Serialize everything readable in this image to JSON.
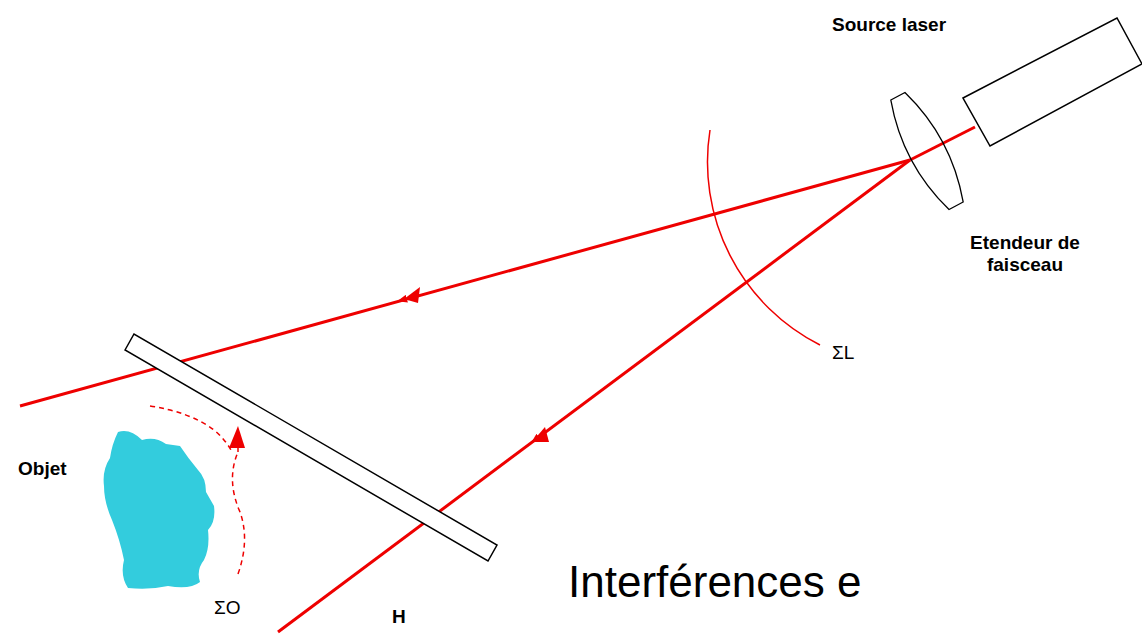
{
  "diagram": {
    "labels": [
      "Source laser",
      "Etendeur de faisceau",
      "ΣL",
      "Objet",
      "ΣO",
      "H",
      "Interférences e"
    ]
  }
}
